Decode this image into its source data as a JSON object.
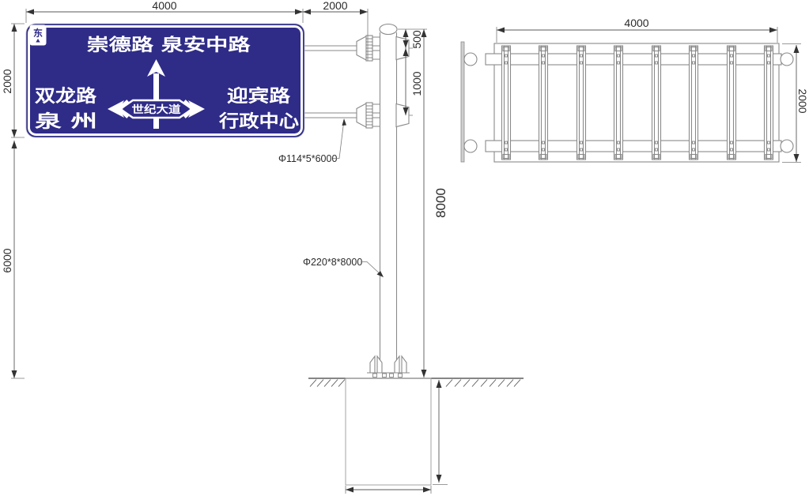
{
  "sign_front": {
    "badge": "东",
    "top_line": "崇德路  泉安中路",
    "left_line1": "双龙路",
    "left_line2": "泉 州",
    "center_road": "世纪大道",
    "right_line1": "迎宾路",
    "right_line2": "行政中心"
  },
  "dimensions": {
    "sign_width": "4000",
    "sign_to_pole_offset": "2000",
    "sign_height": "2000",
    "mount_height": "6000",
    "pole_top_to_upper_arm": "500",
    "arm_spacing": "1000",
    "pole_height": "8000",
    "back_width": "4000",
    "back_height": "2000"
  },
  "labels": {
    "arm_spec": "Φ114*5*6000",
    "pole_spec": "Φ220*8*8000"
  },
  "colors": {
    "sign_blue": "#2f2c88",
    "structure_gray": "#8a8a8a",
    "dimension_text": "#2b2b2b"
  }
}
